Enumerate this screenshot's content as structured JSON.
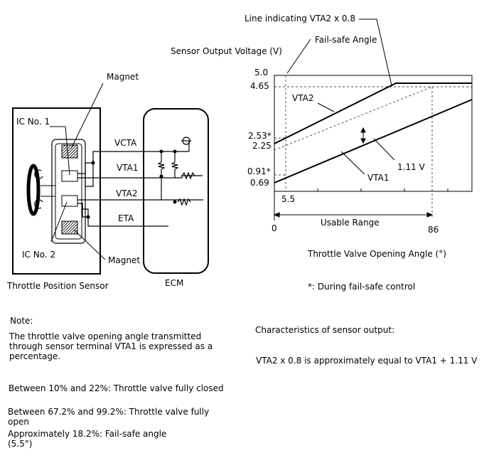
{
  "sensor": {
    "title": "Throttle Position Sensor",
    "ic1_label": "IC No. 1",
    "ic2_label": "IC No. 2",
    "magnet_top_label": "Magnet",
    "magnet_bottom_label": "Magnet"
  },
  "ecm": {
    "label": "ECM"
  },
  "wires": {
    "vcta": "VCTA",
    "vta1": "VTA1",
    "vta2": "VTA2",
    "eta": "ETA"
  },
  "graph": {
    "ylabel": "Sensor Output Voltage (V)",
    "xlabel": "Throttle Valve Opening Angle (°)",
    "y_ticks": {
      "v50": "5.0",
      "v465": "4.65",
      "v253": "2.53*",
      "v225": "2.25",
      "v091": "0.91*",
      "v069": "0.69"
    },
    "x_ticks": {
      "x0": "0",
      "x55": "5.5",
      "x86": "86"
    },
    "line_vta2": "VTA2",
    "line_vta1": "VTA1",
    "annotation_vta2x08": "Line indicating VTA2 x 0.8",
    "annotation_failsafe": "Fail-safe Angle",
    "annotation_offset": "1.11 V",
    "usable_range": "Usable Range",
    "footnote": "*: During fail-safe control"
  },
  "notes": {
    "heading": "Note:",
    "vta1_percentage": "The throttle valve opening angle transmitted through sensor terminal VTA1 is expressed as a percentage.",
    "range_closed": "Between 10% and 22%: Throttle valve fully closed",
    "range_open": "Between 67.2% and 99.2%: Throttle valve fully open",
    "failsafe_angle": "Approximately 18.2%: Fail-safe angle (5.5°)"
  },
  "characteristics": {
    "heading": "Characteristics of sensor output:",
    "formula": "VTA2 x 0.8 is approximately equal to VTA1 + 1.11 V"
  }
}
